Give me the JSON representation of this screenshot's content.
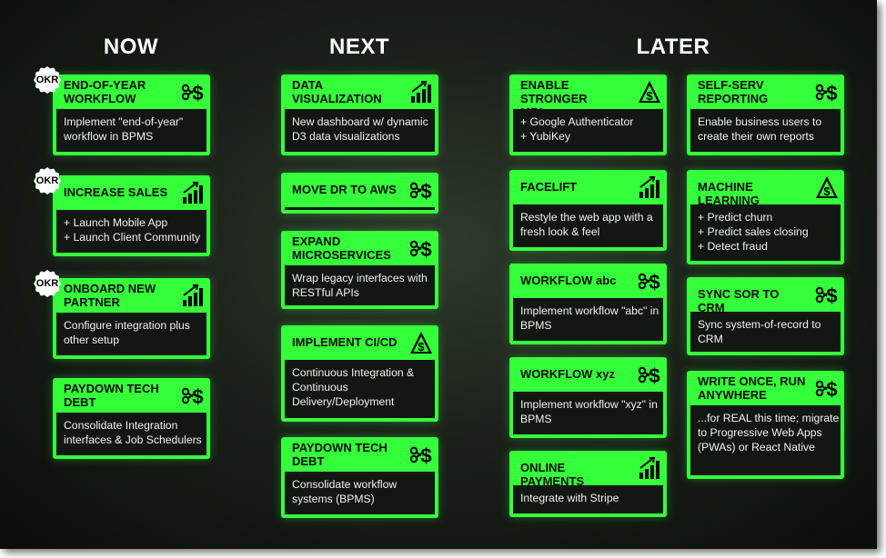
{
  "columns": {
    "now": "NOW",
    "next": "NEXT",
    "later": "LATER"
  },
  "okr_label": "OKR",
  "now": [
    {
      "title": [
        "END-OF-YEAR",
        "WORKFLOW"
      ],
      "body": [
        "Implement \"end-of-year\"",
        "workflow in BPMS"
      ],
      "icon": "money-scissors-icon",
      "okr": true
    },
    {
      "title": [
        "INCREASE SALES"
      ],
      "body": [
        "+ Launch Mobile App",
        "+ Launch Client Community"
      ],
      "icon": "growth-chart-icon",
      "okr": true
    },
    {
      "title": [
        "ONBOARD NEW",
        "PARTNER"
      ],
      "body": [
        "Configure integration plus",
        "other setup"
      ],
      "icon": "growth-chart-icon",
      "okr": true
    },
    {
      "title": [
        "PAYDOWN TECH",
        "DEBT"
      ],
      "body": [
        "Consolidate Integration",
        "interfaces & Job Schedulers"
      ],
      "icon": "money-scissors-icon",
      "okr": false
    }
  ],
  "next": [
    {
      "title": [
        "DATA",
        "VISUALIZATION"
      ],
      "body": [
        "New dashboard w/ dynamic",
        "D3 data visualizations"
      ],
      "icon": "growth-chart-icon"
    },
    {
      "title": [
        "MOVE DR TO AWS"
      ],
      "body": [],
      "icon": "money-scissors-icon"
    },
    {
      "title": [
        "EXPAND",
        "MICROSERVICES"
      ],
      "body": [
        "Wrap legacy interfaces with",
        "RESTful APIs"
      ],
      "icon": "money-scissors-icon"
    },
    {
      "title": [
        "IMPLEMENT CI/CD"
      ],
      "body": [
        "Continuous Integration &",
        "Continuous",
        "Delivery/Deployment"
      ],
      "icon": "risk-warning-icon"
    },
    {
      "title": [
        "PAYDOWN TECH",
        "DEBT"
      ],
      "body": [
        "Consolidate workflow",
        "systems (BPMS)"
      ],
      "icon": "money-scissors-icon"
    }
  ],
  "later_a": [
    {
      "title": [
        "ENABLE STRONGER",
        "MFA"
      ],
      "body": [
        "+ Google Authenticator",
        "+ YubiKey"
      ],
      "icon": "risk-warning-icon"
    },
    {
      "title": [
        "FACELIFT"
      ],
      "body": [
        "Restyle the web app with a",
        "fresh look & feel"
      ],
      "icon": "growth-chart-icon"
    },
    {
      "title": [
        "WORKFLOW abc"
      ],
      "body": [
        "Implement workflow \"abc\" in",
        "BPMS"
      ],
      "icon": "money-scissors-icon"
    },
    {
      "title": [
        "WORKFLOW xyz"
      ],
      "body": [
        "Implement workflow \"xyz\" in",
        "BPMS"
      ],
      "icon": "money-scissors-icon"
    },
    {
      "title": [
        "ONLINE PAYMENTS"
      ],
      "body": [
        "Integrate with Stripe"
      ],
      "icon": "growth-chart-icon"
    }
  ],
  "later_b": [
    {
      "title": [
        "SELF-SERV",
        "REPORTING"
      ],
      "body": [
        "Enable business users to",
        "create their own reports"
      ],
      "icon": "money-scissors-icon"
    },
    {
      "title": [
        "MACHINE LEARNING"
      ],
      "body": [
        "+ Predict churn",
        "+ Predict sales closing",
        "+ Detect fraud"
      ],
      "icon": "risk-warning-icon"
    },
    {
      "title": [
        "SYNC SOR TO CRM"
      ],
      "body": [
        "Sync system-of-record to",
        "CRM"
      ],
      "icon": "money-scissors-icon"
    },
    {
      "title": [
        "WRITE ONCE, RUN",
        "ANYWHERE"
      ],
      "body": [
        "...for REAL this time; migrate",
        "to Progressive Web Apps",
        "(PWAs) or React Native"
      ],
      "icon": "money-scissors-icon"
    }
  ]
}
